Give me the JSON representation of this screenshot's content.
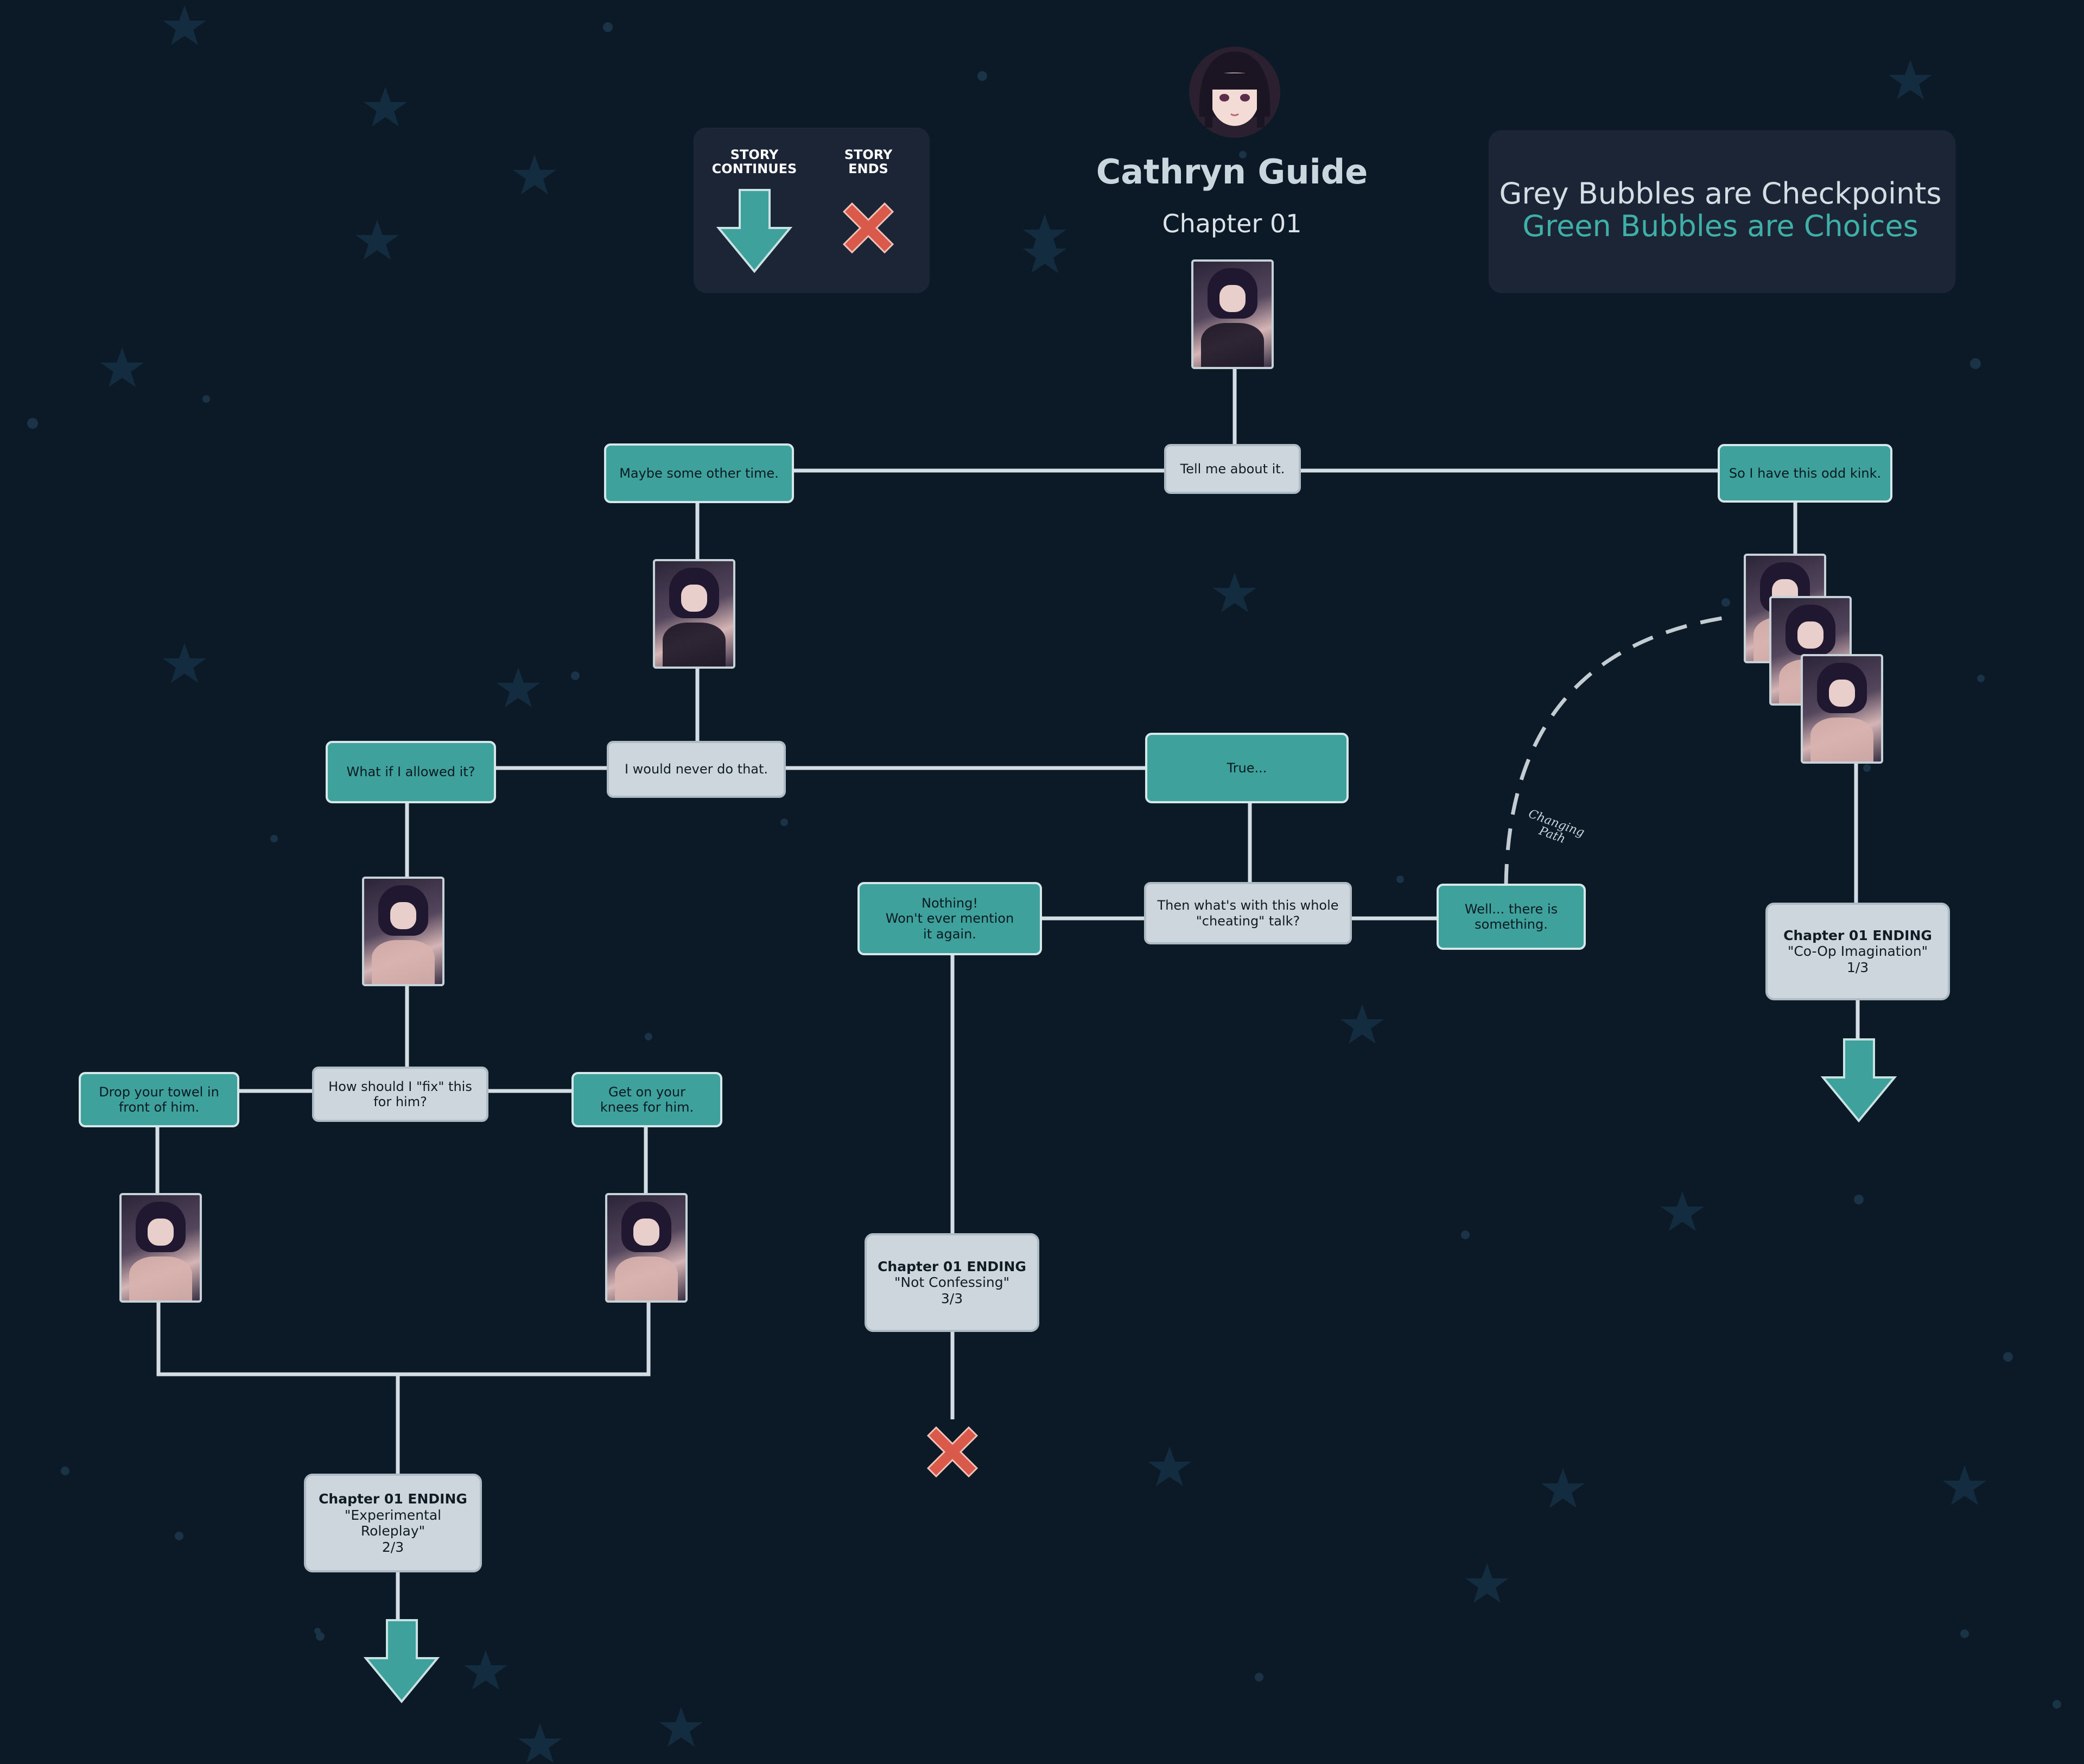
{
  "header": {
    "title": "Cathryn Guide",
    "subtitle": "Chapter 01"
  },
  "legend": {
    "continues_label": "STORY\nCONTINUES",
    "ends_label": "STORY\nENDS"
  },
  "info": {
    "line1": "Grey Bubbles are Checkpoints",
    "line2": "Green Bubbles are Choices"
  },
  "colors": {
    "background": "#0c1a27",
    "checkpoint": "#cdd6dd",
    "choice": "#3fa19b",
    "continue_arrow": "#3fa19b",
    "end_cross": "#d95a4a",
    "connector": "#d4dde3"
  },
  "nodes": {
    "tell_me": "Tell me about it.",
    "maybe_later": "Maybe some other time.",
    "odd_kink": "So I have this odd kink.",
    "never_do": "I would never do that.",
    "what_if": "What if I allowed it?",
    "true": "True...",
    "nothing": "Nothing!\nWon't ever mention\nit again.",
    "cheating_talk": "Then what's with this whole\n\"cheating\" talk?",
    "well_there": "Well... there is\nsomething.",
    "how_fix": "How should I \"fix\" this\nfor him?",
    "drop_towel": "Drop your towel in\nfront of him.",
    "knees": "Get on your\nknees for him.",
    "changing_path": "Changing\nPath"
  },
  "endings": [
    {
      "title": "Chapter 01 ENDING",
      "name": "\"Co-Op Imagination\"",
      "count": "1/3"
    },
    {
      "title": "Chapter 01 ENDING",
      "name": "\"Experimental Roleplay\"",
      "count": "2/3"
    },
    {
      "title": "Chapter 01 ENDING",
      "name": "\"Not Confessing\"",
      "count": "3/3"
    }
  ]
}
